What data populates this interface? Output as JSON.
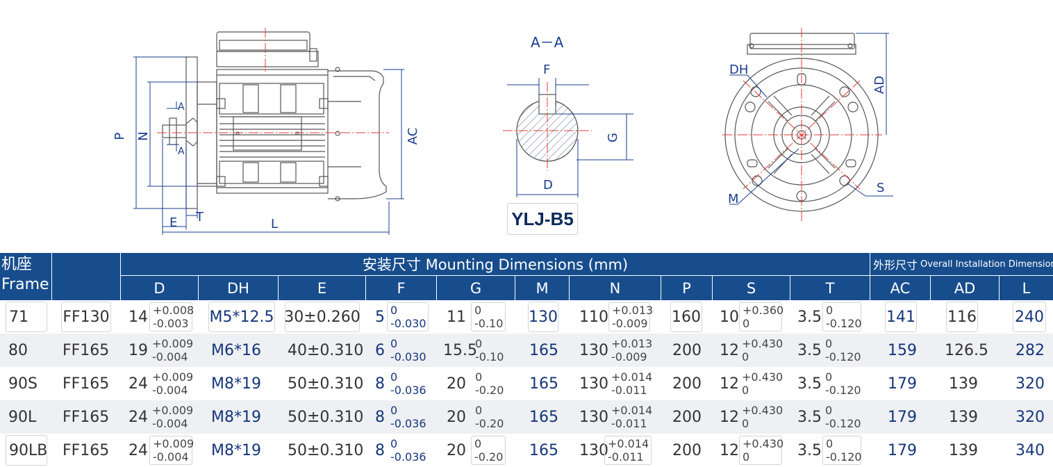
{
  "drawing_labels": {
    "P": "P",
    "N": "N",
    "A1": "A",
    "A2": "A",
    "E": "E",
    "T": "T",
    "L": "L",
    "AC": "AC",
    "section": "A－A",
    "F": "F",
    "G": "G",
    "D": "D",
    "DH": "DH",
    "AD": "AD",
    "M": "M",
    "S": "S"
  },
  "model": "YLJ-B5",
  "table": {
    "frame_header": {
      "cn": "机座",
      "en": "Frame"
    },
    "mounting_header": "安装尺寸 Mounting Dimensions (mm)",
    "overall_header": {
      "cn": "外形尺寸",
      "en": "Overall Installation Dimension"
    },
    "columns": {
      "D": "D",
      "DH": "DH",
      "E": "E",
      "F": "F",
      "G": "G",
      "M": "M",
      "N": "N",
      "P": "P",
      "S": "S",
      "T": "T",
      "AC": "AC",
      "AD": "AD",
      "L": "L"
    },
    "rows": [
      {
        "frame": "71",
        "flange": "FF130",
        "D": "14",
        "D_tol": [
          "+0.008",
          "-0.003"
        ],
        "DH": "M5*12.5",
        "E": "30±0.260",
        "F": "5",
        "F_tol": [
          "0",
          "-0.030"
        ],
        "G": "11",
        "G_tol": [
          "0",
          "-0.10"
        ],
        "M": "130",
        "N": "110",
        "N_tol": [
          "+0.013",
          "-0.009"
        ],
        "P": "160",
        "S": "10",
        "S_tol": [
          "+0.360",
          "0"
        ],
        "T": "3.5",
        "T_tol": [
          "0",
          "-0.120"
        ],
        "AC": "141",
        "AD": "116",
        "L": "240"
      },
      {
        "frame": "80",
        "flange": "FF165",
        "D": "19",
        "D_tol": [
          "+0.009",
          "-0.004"
        ],
        "DH": "M6*16",
        "E": "40±0.310",
        "F": "6",
        "F_tol": [
          "0",
          "-0.030"
        ],
        "G": "15.5",
        "G_tol": [
          "0",
          "-0.10"
        ],
        "M": "165",
        "N": "130",
        "N_tol": [
          "+0.013",
          "-0.009"
        ],
        "P": "200",
        "S": "12",
        "S_tol": [
          "+0.430",
          "0"
        ],
        "T": "3.5",
        "T_tol": [
          "0",
          "-0.120"
        ],
        "AC": "159",
        "AD": "126.5",
        "L": "282"
      },
      {
        "frame": "90S",
        "flange": "FF165",
        "D": "24",
        "D_tol": [
          "+0.009",
          "-0.004"
        ],
        "DH": "M8*19",
        "E": "50±0.310",
        "F": "8",
        "F_tol": [
          "0",
          "-0.036"
        ],
        "G": "20",
        "G_tol": [
          "0",
          "-0.20"
        ],
        "M": "165",
        "N": "130",
        "N_tol": [
          "+0.014",
          "-0.011"
        ],
        "P": "200",
        "S": "12",
        "S_tol": [
          "+0.430",
          "0"
        ],
        "T": "3.5",
        "T_tol": [
          "0",
          "-0.120"
        ],
        "AC": "179",
        "AD": "139",
        "L": "320"
      },
      {
        "frame": "90L",
        "flange": "FF165",
        "D": "24",
        "D_tol": [
          "+0.009",
          "-0.004"
        ],
        "DH": "M8*19",
        "E": "50±0.310",
        "F": "8",
        "F_tol": [
          "0",
          "-0.036"
        ],
        "G": "20",
        "G_tol": [
          "0",
          "-0.20"
        ],
        "M": "165",
        "N": "130",
        "N_tol": [
          "+0.014",
          "-0.011"
        ],
        "P": "200",
        "S": "12",
        "S_tol": [
          "+0.430",
          "0"
        ],
        "T": "3.5",
        "T_tol": [
          "0",
          "-0.120"
        ],
        "AC": "179",
        "AD": "139",
        "L": "320"
      },
      {
        "frame": "90LB",
        "flange": "FF165",
        "D": "24",
        "D_tol": [
          "+0.009",
          "-0.004"
        ],
        "DH": "M8*19",
        "E": "50±0.310",
        "F": "8",
        "F_tol": [
          "0",
          "-0.036"
        ],
        "G": "20",
        "G_tol": [
          "0",
          "-0.20"
        ],
        "M": "165",
        "N": "130",
        "N_tol": [
          "+0.014",
          "-0.011"
        ],
        "P": "200",
        "S": "12",
        "S_tol": [
          "+0.430",
          "0"
        ],
        "T": "3.5",
        "T_tol": [
          "0",
          "-0.120"
        ],
        "AC": "179",
        "AD": "139",
        "L": "340"
      }
    ]
  },
  "colors": {
    "header_bg": "#174d8c",
    "drawing_line": "#555555",
    "dimension": "#1a3c8c",
    "centerline": "#e53935",
    "alt_row": "#eef0f3"
  }
}
